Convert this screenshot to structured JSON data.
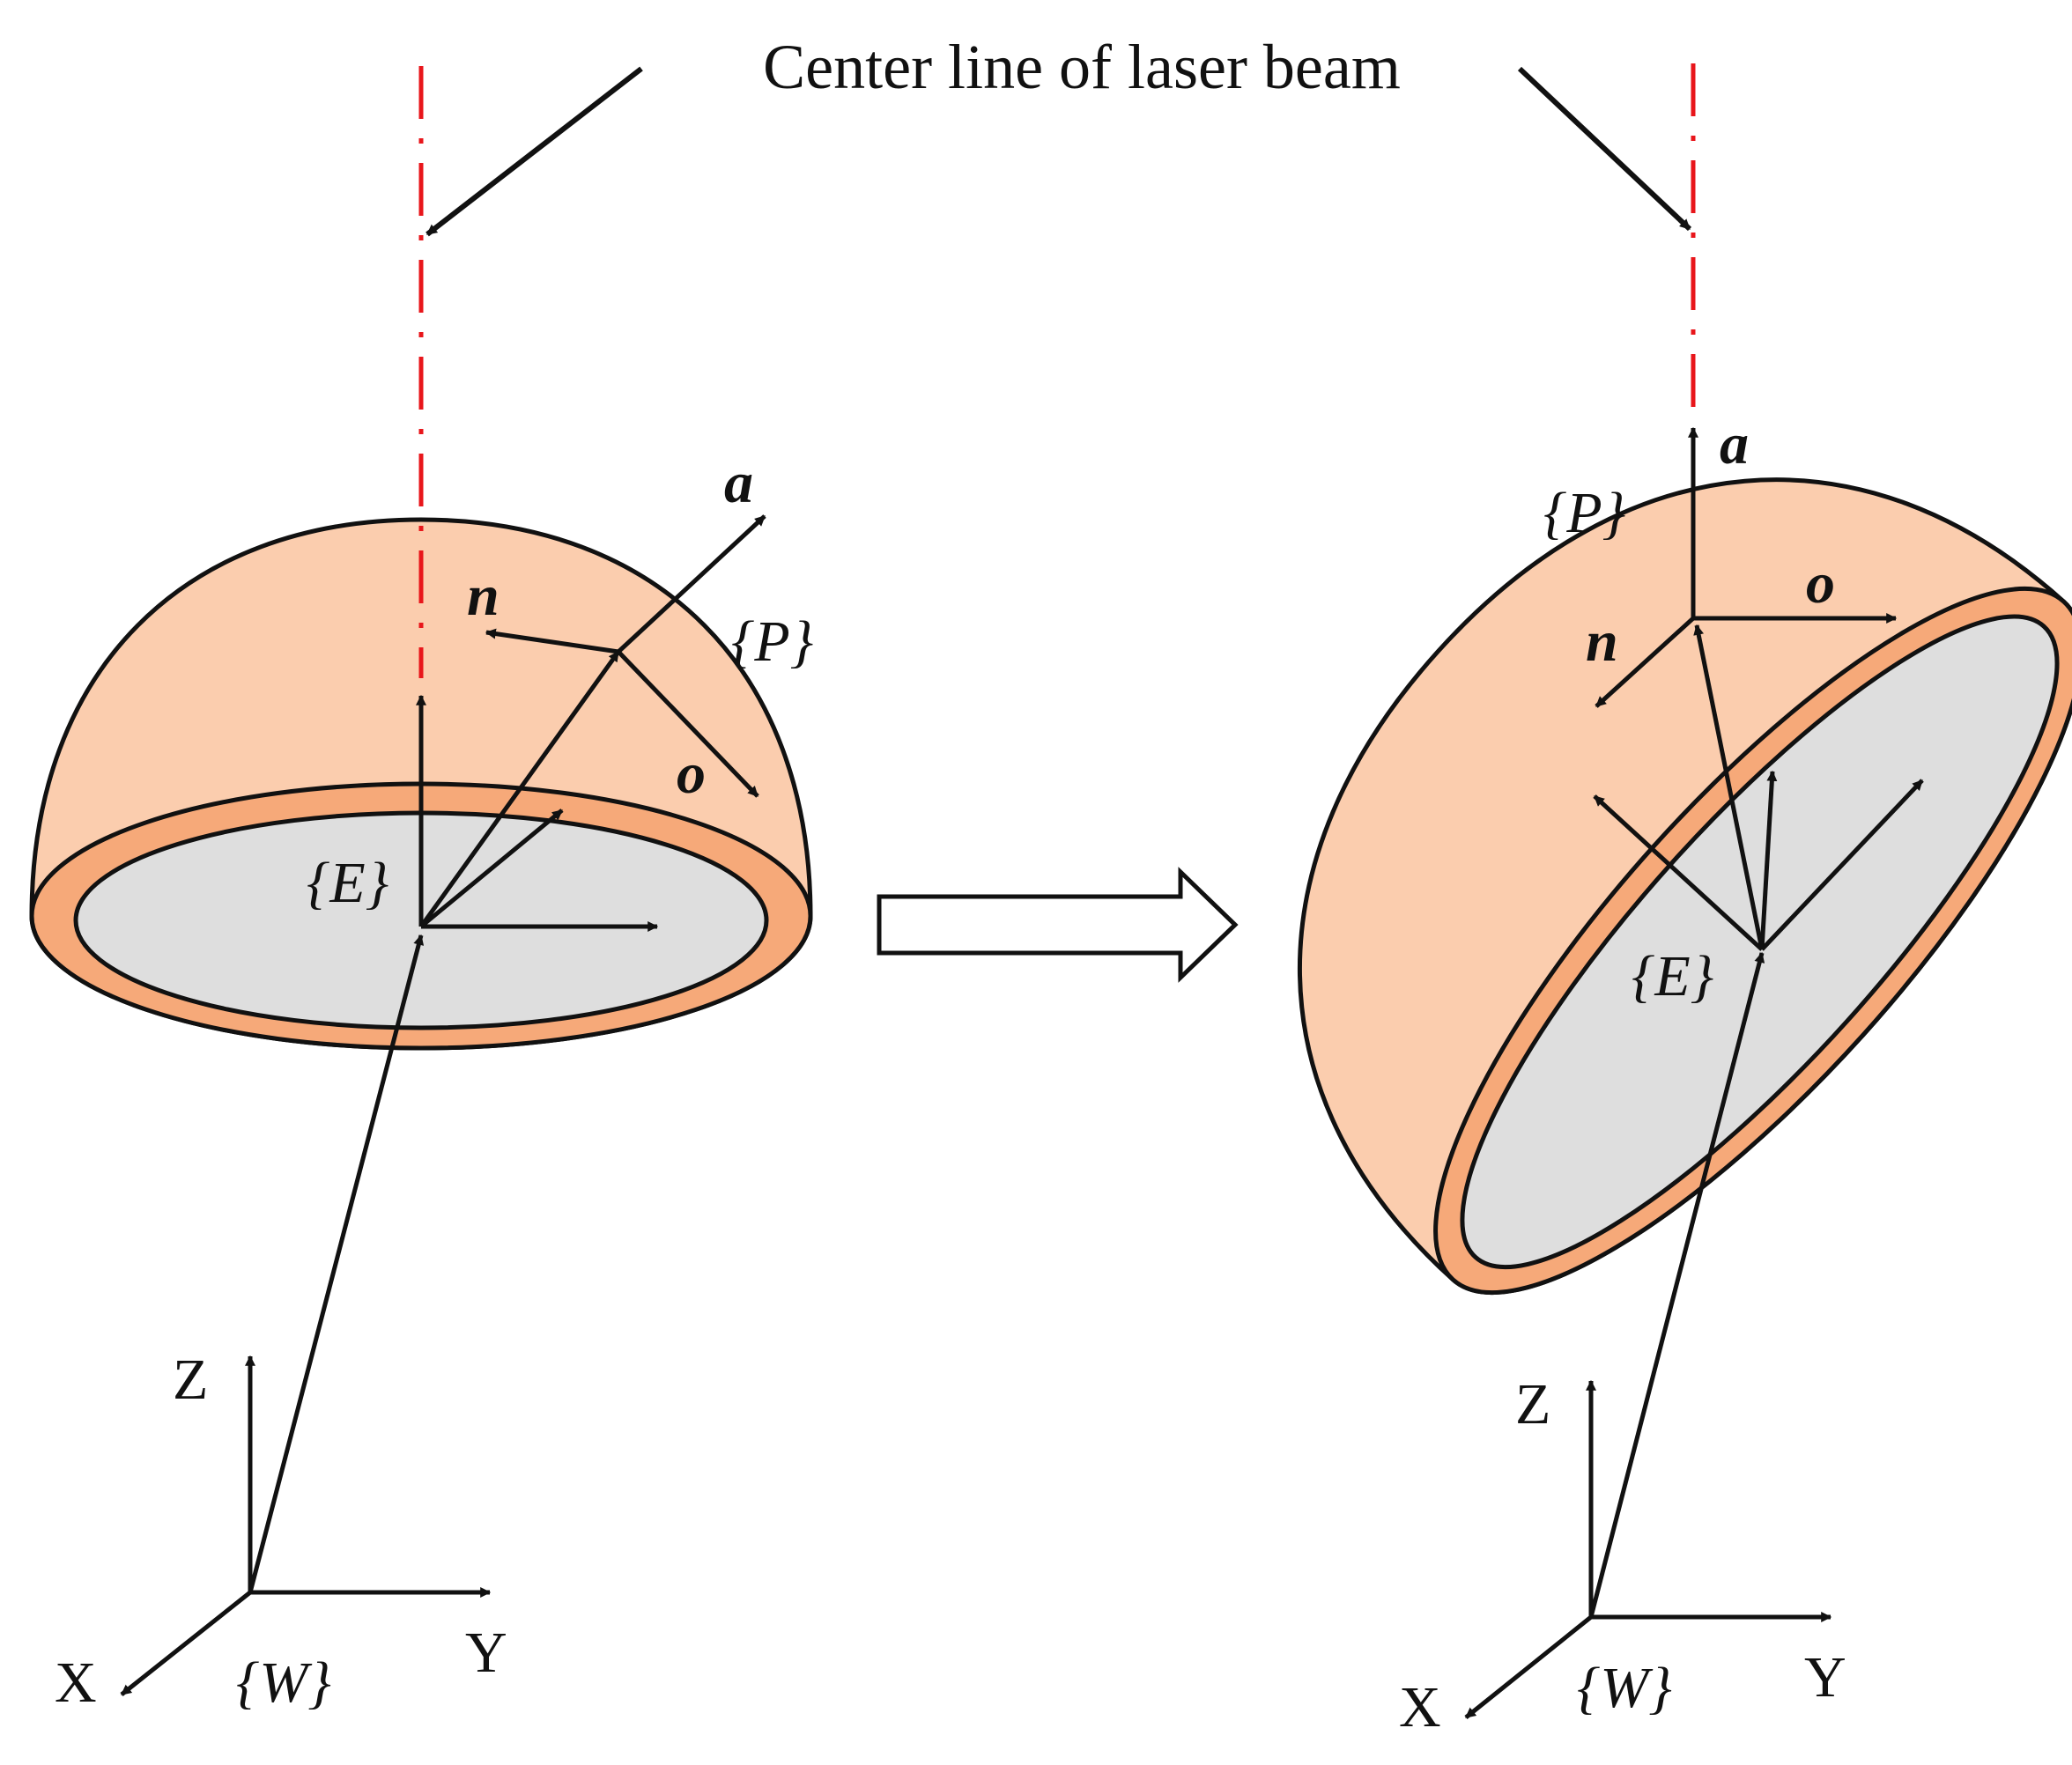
{
  "caption": "Center line of laser beam",
  "colors": {
    "shell": "#FBCDAE",
    "rim": "#F6A979",
    "inner": "#DEDEDE",
    "laser": "#E8161B",
    "stroke": "#111111"
  },
  "left_scene": {
    "frame_e": "{E}",
    "frame_p": "{P}",
    "frame_w": "{W}",
    "axis_n": "n",
    "axis_o": "o",
    "axis_a": "a",
    "axis_x": "X",
    "axis_y": "Y",
    "axis_z": "Z"
  },
  "right_scene": {
    "frame_e": "{E}",
    "frame_p": "{P}",
    "frame_w": "{W}",
    "axis_n": "n",
    "axis_o": "o",
    "axis_a": "a",
    "axis_x": "X",
    "axis_y": "Y",
    "axis_z": "Z"
  }
}
